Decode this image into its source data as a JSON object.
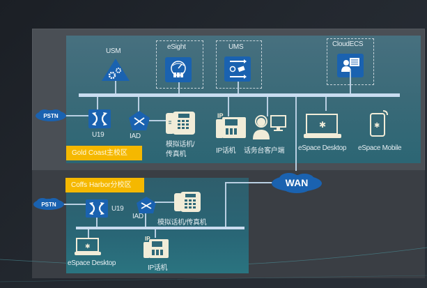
{
  "sites": {
    "hq": {
      "tag": "Gold Coast主校区",
      "servers": {
        "usm": "USM",
        "esight": "eSight",
        "ums": "UMS",
        "cloudecs": "CloudECS"
      },
      "pstn": "PSTN",
      "devices": {
        "u19": "U19",
        "iad": "IAD",
        "analog_line1": "模拟话机/",
        "analog_line2": "传真机",
        "ip_phone": "IP话机",
        "console": "话务台客户端",
        "espace_desktop": "eSpace Desktop",
        "espace_mobile": "eSpace Mobile"
      }
    },
    "branch": {
      "tag": "Coffs Harbor分校区",
      "pstn": "PSTN",
      "devices": {
        "u19": "U19",
        "iad": "IAD",
        "analog": "模拟话机/传真机",
        "espace_desktop": "eSpace Desktop",
        "ip_phone": "IP话机"
      }
    },
    "wan": "WAN"
  },
  "icon_labels": {
    "ip_badge": "IP"
  },
  "colors": {
    "accent_blue": "#1a62b0",
    "tag_yellow": "#f5b800",
    "device_cream": "#f1ecd8"
  }
}
